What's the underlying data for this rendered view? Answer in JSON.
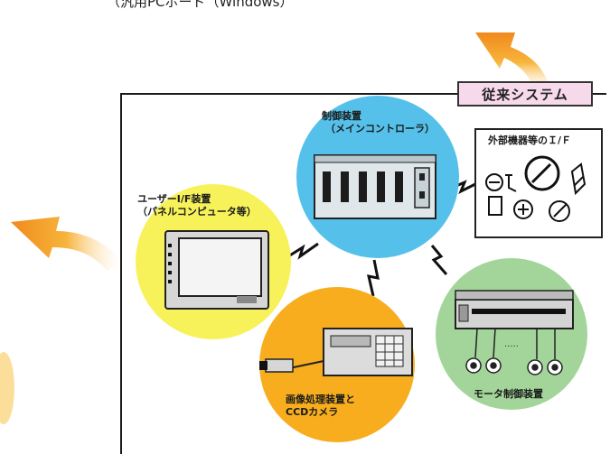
{
  "header": {
    "caption": "（汎用PCボード（Windows）"
  },
  "system_tab": {
    "label": "従来システム"
  },
  "nodes": {
    "controller": {
      "line1": "制御装置",
      "line2": "（メインコントローラ）",
      "color": "#55c1ea"
    },
    "external_if": {
      "label": "外部機器等のＩ/Ｆ"
    },
    "user_if": {
      "line1": "ユーザーI/F装置",
      "line2": "（パネルコンピュータ等）",
      "color": "#f7f25a"
    },
    "image_proc": {
      "line1": "画像処理装置と",
      "line2": "CCDカメラ",
      "color": "#f7ad1e"
    },
    "motor": {
      "label": "モータ制御装置",
      "color": "#a3d59a"
    }
  },
  "colors": {
    "arrow_start": "#f7b020",
    "arrow_end": "#f08a1d"
  }
}
